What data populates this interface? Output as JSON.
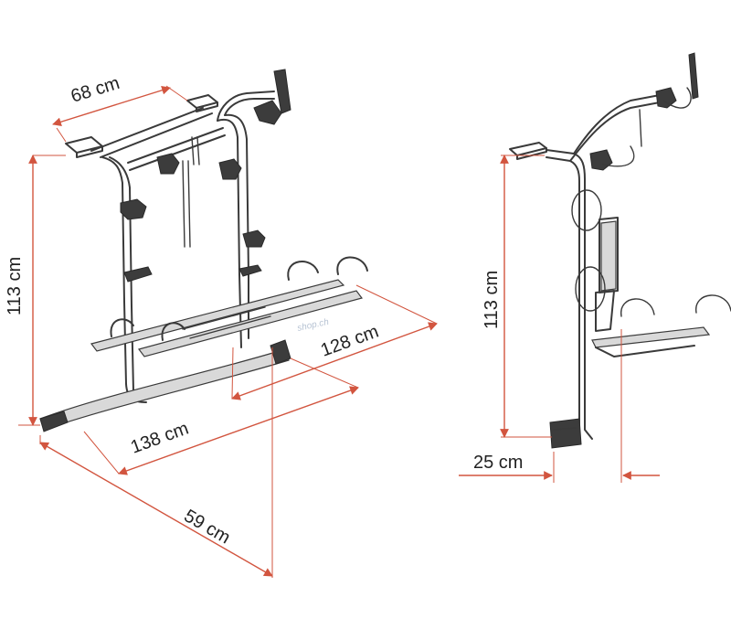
{
  "colors": {
    "dimension_line": "#d2553f",
    "outline": "#3a3a3a",
    "text": "#222222"
  },
  "dimensions": {
    "width_top": "68 cm",
    "height_front": "113 cm",
    "rail_length_upper": "128 cm",
    "rail_length_lower": "138 cm",
    "depth": "59 cm",
    "height_side": "113 cm",
    "offset_side": "25 cm"
  },
  "watermark": "shop.ch"
}
